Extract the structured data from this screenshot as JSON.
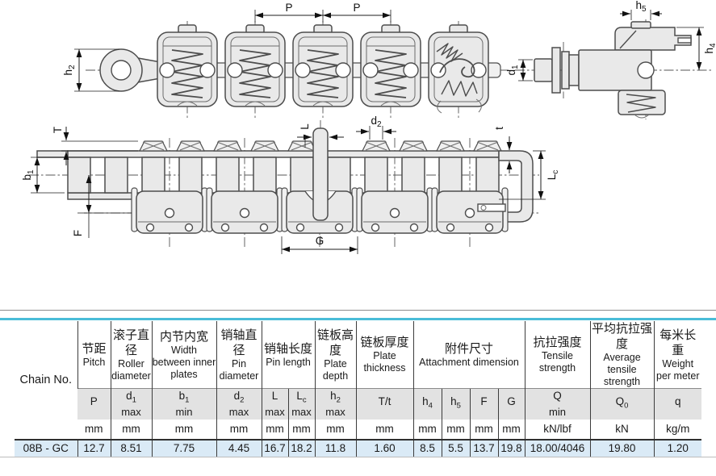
{
  "diagrams": {
    "side_view": {
      "labels": {
        "pitch1": "P",
        "pitch2": "P",
        "h2": {
          "base": "h",
          "sub": "2"
        },
        "d1": {
          "base": "d",
          "sub": "1"
        },
        "h5": {
          "base": "h",
          "sub": "5"
        },
        "h4": {
          "base": "h",
          "sub": "4"
        }
      }
    },
    "plan_view": {
      "labels": {
        "T": "T",
        "b1": {
          "base": "b",
          "sub": "1"
        },
        "F": "F",
        "L": "L",
        "d2": {
          "base": "d",
          "sub": "2"
        },
        "t": "t",
        "Lc": {
          "base": "L",
          "sub": "c"
        },
        "G": "G"
      }
    }
  },
  "table": {
    "chain_no_header": "Chain No.",
    "groups": [
      {
        "zh": "节距",
        "en": "Pitch"
      },
      {
        "zh": "滚子直径",
        "en": "Roller diameter"
      },
      {
        "zh": "内节内宽",
        "en": "Width between inner plates"
      },
      {
        "zh": "销轴直径",
        "en": "Pin diameter"
      },
      {
        "zh": "销轴长度",
        "en": "Pin length"
      },
      {
        "zh": "链板高度",
        "en": "Plate depth"
      },
      {
        "zh": "链板厚度",
        "en": "Plate thickness"
      },
      {
        "zh": "附件尺寸",
        "en": "Attachment dimension"
      },
      {
        "zh": "抗拉强度",
        "en": "Tensile strength"
      },
      {
        "zh": "平均抗拉强度",
        "en": "Average tensile strength"
      },
      {
        "zh": "每米长重",
        "en": "Weight per meter"
      }
    ],
    "symbols": [
      {
        "base": "P"
      },
      {
        "base": "d",
        "sub": "1",
        "qual": "max"
      },
      {
        "base": "b",
        "sub": "1",
        "qual": "min"
      },
      {
        "base": "d",
        "sub": "2",
        "qual": "max"
      },
      {
        "base": "L",
        "qual": "max"
      },
      {
        "base": "L",
        "sub": "c",
        "qual": "max"
      },
      {
        "base": "h",
        "sub": "2",
        "qual": "max"
      },
      {
        "base": "T/t"
      },
      {
        "base": "h",
        "sub": "4"
      },
      {
        "base": "h",
        "sub": "5"
      },
      {
        "base": "F"
      },
      {
        "base": "G"
      },
      {
        "base": "Q",
        "qual": "min"
      },
      {
        "base": "Q",
        "sub": "0"
      },
      {
        "base": "q"
      }
    ],
    "units": [
      "mm",
      "mm",
      "mm",
      "mm",
      "mm",
      "mm",
      "mm",
      "mm",
      "mm",
      "mm",
      "mm",
      "mm",
      "kN/lbf",
      "kN",
      "kg/m"
    ],
    "rows": [
      {
        "chain_no": "08B - GC",
        "values": [
          "12.7",
          "8.51",
          "7.75",
          "4.45",
          "16.7",
          "18.2",
          "11.8",
          "1.60",
          "8.5",
          "5.5",
          "13.7",
          "19.8",
          "18.00/4046",
          "19.80",
          "1.20"
        ]
      }
    ]
  },
  "colors": {
    "accent_line": "#49bcd8",
    "data_row_bg": "#daeaf6",
    "symbol_row_bg": "#e2e2e2"
  }
}
